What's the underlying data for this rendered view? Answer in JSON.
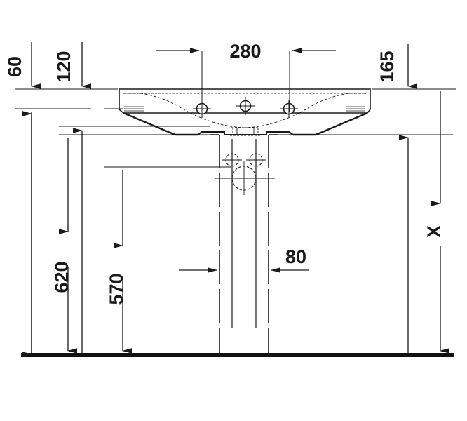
{
  "drawing": {
    "type": "technical-dimension-drawing",
    "subject": "wall-mounted washbasin with pedestal, front elevation",
    "units": "mm",
    "background_color": "#ffffff",
    "line_color": "#1a1a1a",
    "floor_line_color": "#111111"
  },
  "dimensions": {
    "overflow_to_top": {
      "label": "60",
      "orientation": "vertical",
      "text_rotation_deg": -90,
      "arrow_direction": "down"
    },
    "tap_hole_to_top": {
      "label": "120",
      "orientation": "vertical",
      "text_rotation_deg": -90,
      "arrow_direction": "down"
    },
    "tap_hole_spacing": {
      "label": "280",
      "orientation": "horizontal",
      "text_rotation_deg": 0,
      "arrow_direction": "inward"
    },
    "basin_depth_right": {
      "label": "165",
      "orientation": "vertical",
      "text_rotation_deg": -90,
      "arrow_direction": "down"
    },
    "height_to_rim": {
      "label": "620",
      "orientation": "vertical",
      "text_rotation_deg": -90,
      "arrow_direction": "both"
    },
    "height_to_underside": {
      "label": "570",
      "orientation": "vertical",
      "text_rotation_deg": -90,
      "arrow_direction": "both"
    },
    "pedestal_width": {
      "label": "80",
      "orientation": "horizontal",
      "text_rotation_deg": 0,
      "arrow_direction": "inward"
    },
    "variable_height": {
      "label": "X",
      "orientation": "vertical",
      "text_rotation_deg": -90,
      "arrow_direction": "both"
    }
  },
  "features": {
    "basin": "washbasin-body",
    "tap_holes_count": 3,
    "overflow_slot": "overflow",
    "pedestal": "semi-pedestal-trap-cover",
    "floor": "floor-line"
  }
}
